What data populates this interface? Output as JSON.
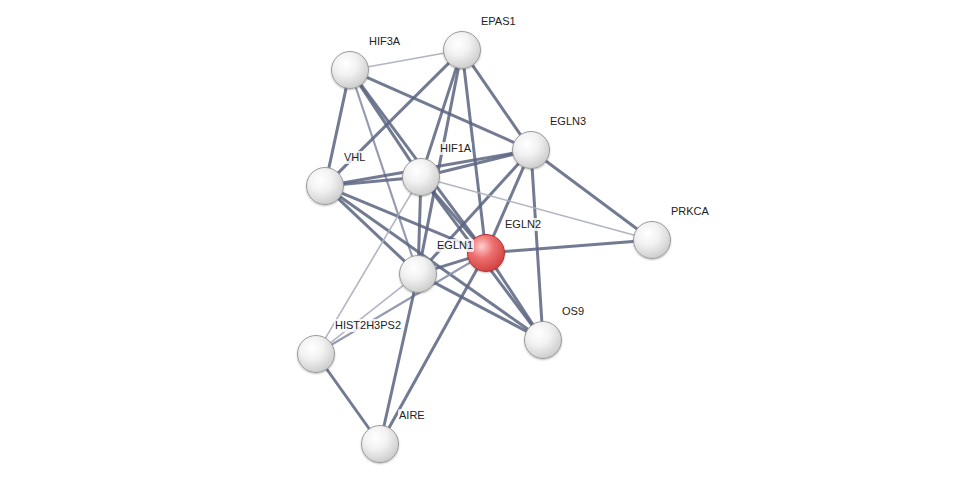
{
  "diagram": {
    "nodes": [
      {
        "text": [
          "HIF3A"
        ]
      },
      {
        "text": [
          "EPAS1"
        ]
      },
      {
        "text": [
          "EGLN3"
        ]
      },
      {
        "text": [
          "VHL"
        ]
      },
      {
        "text": [
          "HIF1A"
        ]
      },
      {
        "text": [
          "PRKCA"
        ]
      },
      {
        "text": [
          "EGLN2"
        ]
      },
      {
        "text": [
          "EGLN1"
        ]
      },
      {
        "text": [
          "HIST2H3PS2"
        ]
      },
      {
        "text": [
          "OS9"
        ]
      },
      {
        "text": [
          "AIRE"
        ]
      }
    ],
    "edges": [
      {
        "from": 0,
        "to": 1,
        "arrow": "none"
      },
      {
        "from": 0,
        "to": 3,
        "arrow": "none"
      },
      {
        "from": 0,
        "to": 4,
        "arrow": "none"
      },
      {
        "from": 0,
        "to": 7,
        "arrow": "none"
      },
      {
        "from": 0,
        "to": 6,
        "arrow": "none"
      },
      {
        "from": 0,
        "to": 2,
        "arrow": "none"
      },
      {
        "from": 1,
        "to": 3,
        "arrow": "none"
      },
      {
        "from": 1,
        "to": 4,
        "arrow": "none"
      },
      {
        "from": 1,
        "to": 7,
        "arrow": "none"
      },
      {
        "from": 1,
        "to": 6,
        "arrow": "none"
      },
      {
        "from": 1,
        "to": 2,
        "arrow": "none"
      },
      {
        "from": 2,
        "to": 4,
        "arrow": "none"
      },
      {
        "from": 2,
        "to": 3,
        "arrow": "none"
      },
      {
        "from": 2,
        "to": 6,
        "arrow": "none"
      },
      {
        "from": 2,
        "to": 7,
        "arrow": "none"
      },
      {
        "from": 2,
        "to": 5,
        "arrow": "none"
      },
      {
        "from": 2,
        "to": 9,
        "arrow": "none"
      },
      {
        "from": 3,
        "to": 4,
        "arrow": "none"
      },
      {
        "from": 3,
        "to": 7,
        "arrow": "none"
      },
      {
        "from": 3,
        "to": 6,
        "arrow": "none"
      },
      {
        "from": 3,
        "to": 9,
        "arrow": "none"
      },
      {
        "from": 4,
        "to": 7,
        "arrow": "none"
      },
      {
        "from": 4,
        "to": 6,
        "arrow": "none"
      },
      {
        "from": 4,
        "to": 5,
        "arrow": "none"
      },
      {
        "from": 4,
        "to": 9,
        "arrow": "none"
      },
      {
        "from": 4,
        "to": 8,
        "arrow": "none"
      },
      {
        "from": 6,
        "to": 5,
        "arrow": "none"
      },
      {
        "from": 6,
        "to": 7,
        "arrow": "none"
      },
      {
        "from": 6,
        "to": 9,
        "arrow": "none"
      },
      {
        "from": 6,
        "to": 8,
        "arrow": "none"
      },
      {
        "from": 6,
        "to": 10,
        "arrow": "none"
      },
      {
        "from": 7,
        "to": 9,
        "arrow": "none"
      },
      {
        "from": 7,
        "to": 8,
        "arrow": "none"
      },
      {
        "from": 7,
        "to": 10,
        "arrow": "none"
      },
      {
        "from": 8,
        "to": 10,
        "arrow": "none"
      }
    ]
  }
}
